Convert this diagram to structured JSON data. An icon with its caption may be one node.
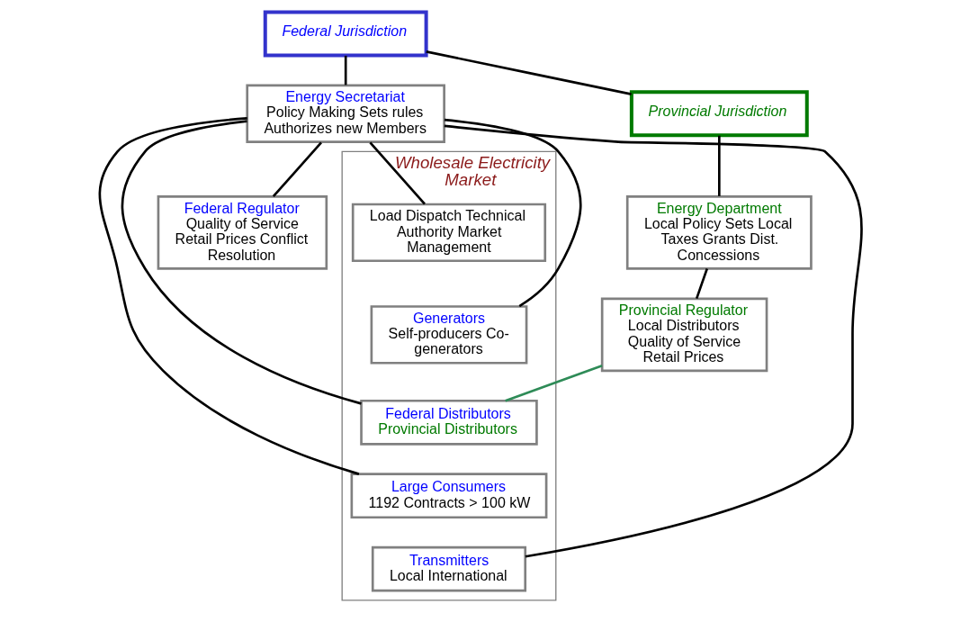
{
  "diagram": {
    "nodes": [
      {
        "text": [
          "Federal Jurisdiction"
        ]
      },
      {
        "text": [
          "Energy Secretariat",
          "Policy Making Sets rules Authorizes new Members"
        ]
      },
      {
        "text": [
          "Federal Regulator",
          "Quality of Service Retail Prices Conflict Resolution"
        ]
      },
      {
        "text": [
          "Wholesale Electricity Market"
        ]
      },
      {
        "text": [
          "Load Dispatch Technical Authority Market Management"
        ],
        "in": 3
      },
      {
        "text": [
          "Generators",
          "Self-producers Co-generators"
        ],
        "in": 3
      },
      {
        "text": [
          "Federal Distributors",
          "Provincial Distributors"
        ],
        "in": 3
      },
      {
        "text": [
          "Large Consumers",
          "1192 Contracts > 100 kW"
        ],
        "in": 3
      },
      {
        "text": [
          "Transmitters",
          "Local International"
        ],
        "in": 3
      },
      {
        "text": [
          "Provincial Jurisdiction"
        ]
      },
      {
        "text": [
          "Energy Department",
          "Local Policy Sets Local Taxes Grants Dist. Concessions"
        ]
      },
      {
        "text": [
          "Provincial Regulator",
          "Local Distributors Quality of Service Retail Prices"
        ]
      }
    ],
    "edges": [
      {
        "from": 0,
        "to": 9,
        "arrow": "none"
      },
      {
        "from": 0,
        "to": 1,
        "arrow": "none"
      },
      {
        "from": 1,
        "to": 2,
        "arrow": "none"
      },
      {
        "from": 1,
        "to": 4,
        "arrow": "none"
      },
      {
        "from": 1,
        "to": 5,
        "arrow": "none"
      },
      {
        "from": 1,
        "to": 6,
        "arrow": "none"
      },
      {
        "from": 1,
        "to": 7,
        "arrow": "none"
      },
      {
        "from": 1,
        "to": 8,
        "arrow": "none"
      },
      {
        "from": 9,
        "to": 10,
        "arrow": "none"
      },
      {
        "from": 10,
        "to": 11,
        "arrow": "none"
      },
      {
        "from": 11,
        "to": 6,
        "arrow": "none",
        "color": "#2e8b57"
      }
    ]
  }
}
